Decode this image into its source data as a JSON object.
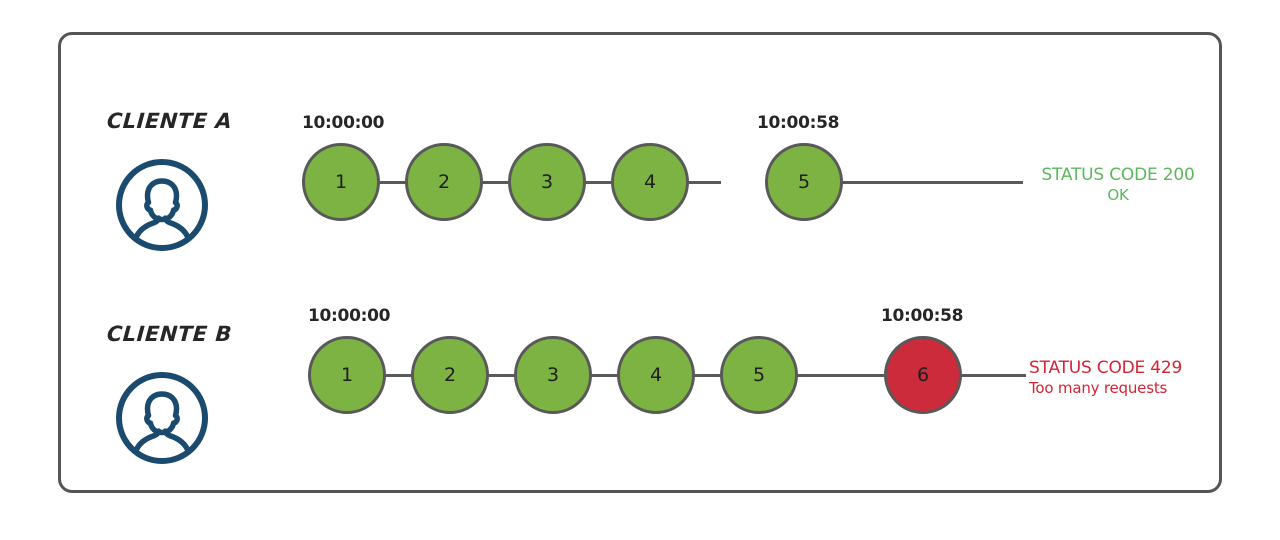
{
  "diagram": {
    "background": "#ffffff",
    "frame_border_color": "#555555",
    "colors": {
      "node_success": "#7CB342",
      "node_error": "#CC2B3C",
      "node_stroke": "#595959",
      "avatar": "#1A4A6E",
      "status_ok": "#5CB85C",
      "status_error": "#D32535",
      "text": "#262626"
    },
    "rows": [
      {
        "id": "cliente-a",
        "label": "CLIENTE A",
        "avatar_icon": "user-avatar-icon",
        "timestamp_start": "10:00:00",
        "timestamp_end": "10:00:58",
        "nodes": [
          {
            "label": "1",
            "state": "success"
          },
          {
            "label": "2",
            "state": "success"
          },
          {
            "label": "3",
            "state": "success"
          },
          {
            "label": "4",
            "state": "success"
          },
          {
            "label": "5",
            "state": "success"
          }
        ],
        "status": {
          "code_text": "STATUS CODE 200",
          "detail_text": "OK",
          "kind": "ok"
        }
      },
      {
        "id": "cliente-b",
        "label": "CLIENTE B",
        "avatar_icon": "user-avatar-icon",
        "timestamp_start": "10:00:00",
        "timestamp_end": "10:00:58",
        "nodes": [
          {
            "label": "1",
            "state": "success"
          },
          {
            "label": "2",
            "state": "success"
          },
          {
            "label": "3",
            "state": "success"
          },
          {
            "label": "4",
            "state": "success"
          },
          {
            "label": "5",
            "state": "success"
          },
          {
            "label": "6",
            "state": "error"
          }
        ],
        "status": {
          "code_text": "STATUS CODE 429",
          "detail_text": "Too many requests",
          "kind": "err"
        }
      }
    ]
  }
}
